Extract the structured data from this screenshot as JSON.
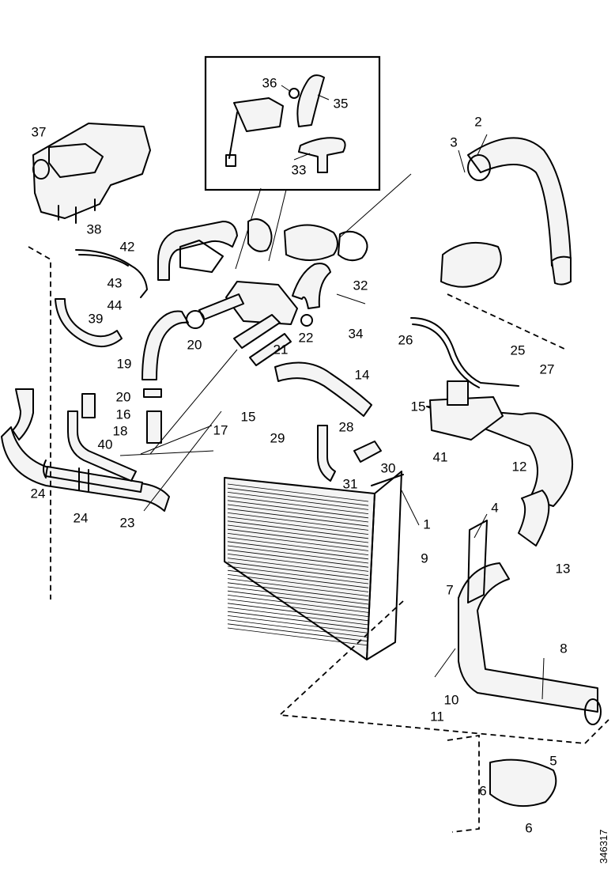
{
  "document_id": "346317",
  "labels": {
    "l1": "1",
    "l2": "2",
    "l3": "3",
    "l4": "4",
    "l5": "5",
    "l6a": "6",
    "l6b": "6",
    "l7": "7",
    "l8": "8",
    "l9": "9",
    "l10": "10",
    "l11": "11",
    "l12": "12",
    "l13": "13",
    "l14": "14",
    "l15a": "15",
    "l15b": "15",
    "l16": "16",
    "l17": "17",
    "l18": "18",
    "l19": "19",
    "l20a": "20",
    "l20b": "20",
    "l21": "21",
    "l22": "22",
    "l23": "23",
    "l24a": "24",
    "l24b": "24",
    "l25": "25",
    "l26": "26",
    "l27": "27",
    "l28": "28",
    "l29": "29",
    "l30": "30",
    "l31": "31",
    "l32": "32",
    "l33": "33",
    "l34": "34",
    "l35": "35",
    "l36": "36",
    "l37": "37",
    "l38": "38",
    "l39": "39",
    "l40": "40",
    "l41": "41",
    "l42": "42",
    "l43": "43",
    "l44": "44"
  }
}
